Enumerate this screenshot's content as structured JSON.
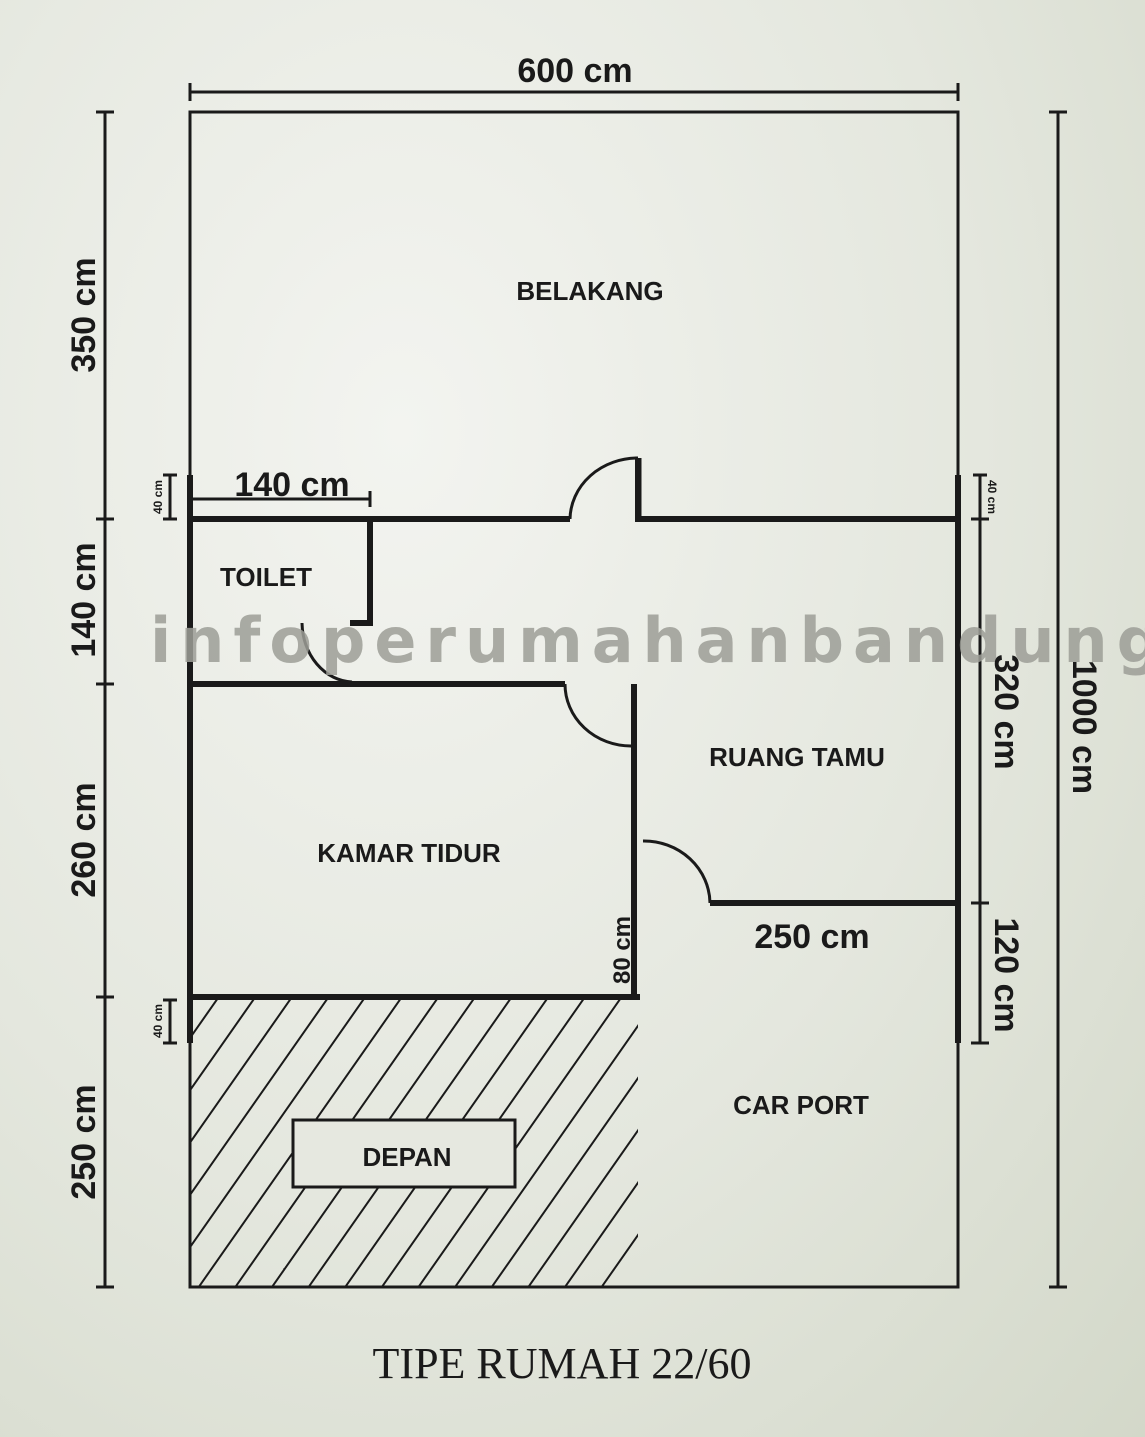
{
  "title": "TIPE RUMAH 22/60",
  "watermark": "infoperumahanbandung.com",
  "rooms": {
    "belakang": "BELAKANG",
    "toilet": "TOILET",
    "ruang_tamu": "RUANG TAMU",
    "kamar_tidur": "KAMAR TIDUR",
    "car_port": "CAR PORT",
    "depan": "DEPAN"
  },
  "dimensions": {
    "top_width": "600 cm",
    "left_belakang": "350 cm",
    "left_toilet": "140 cm",
    "left_kamar": "260 cm",
    "left_depan": "250 cm",
    "right_total": "1000 cm",
    "right_ruang_tamu": "320 cm",
    "right_carport": "120 cm",
    "toilet_width": "140 cm",
    "carport_wall": "250 cm",
    "kamar_wall": "80 cm",
    "overhang_left_top": "40 cm",
    "overhang_left_bottom": "40 cm",
    "overhang_right_top": "40 cm"
  }
}
